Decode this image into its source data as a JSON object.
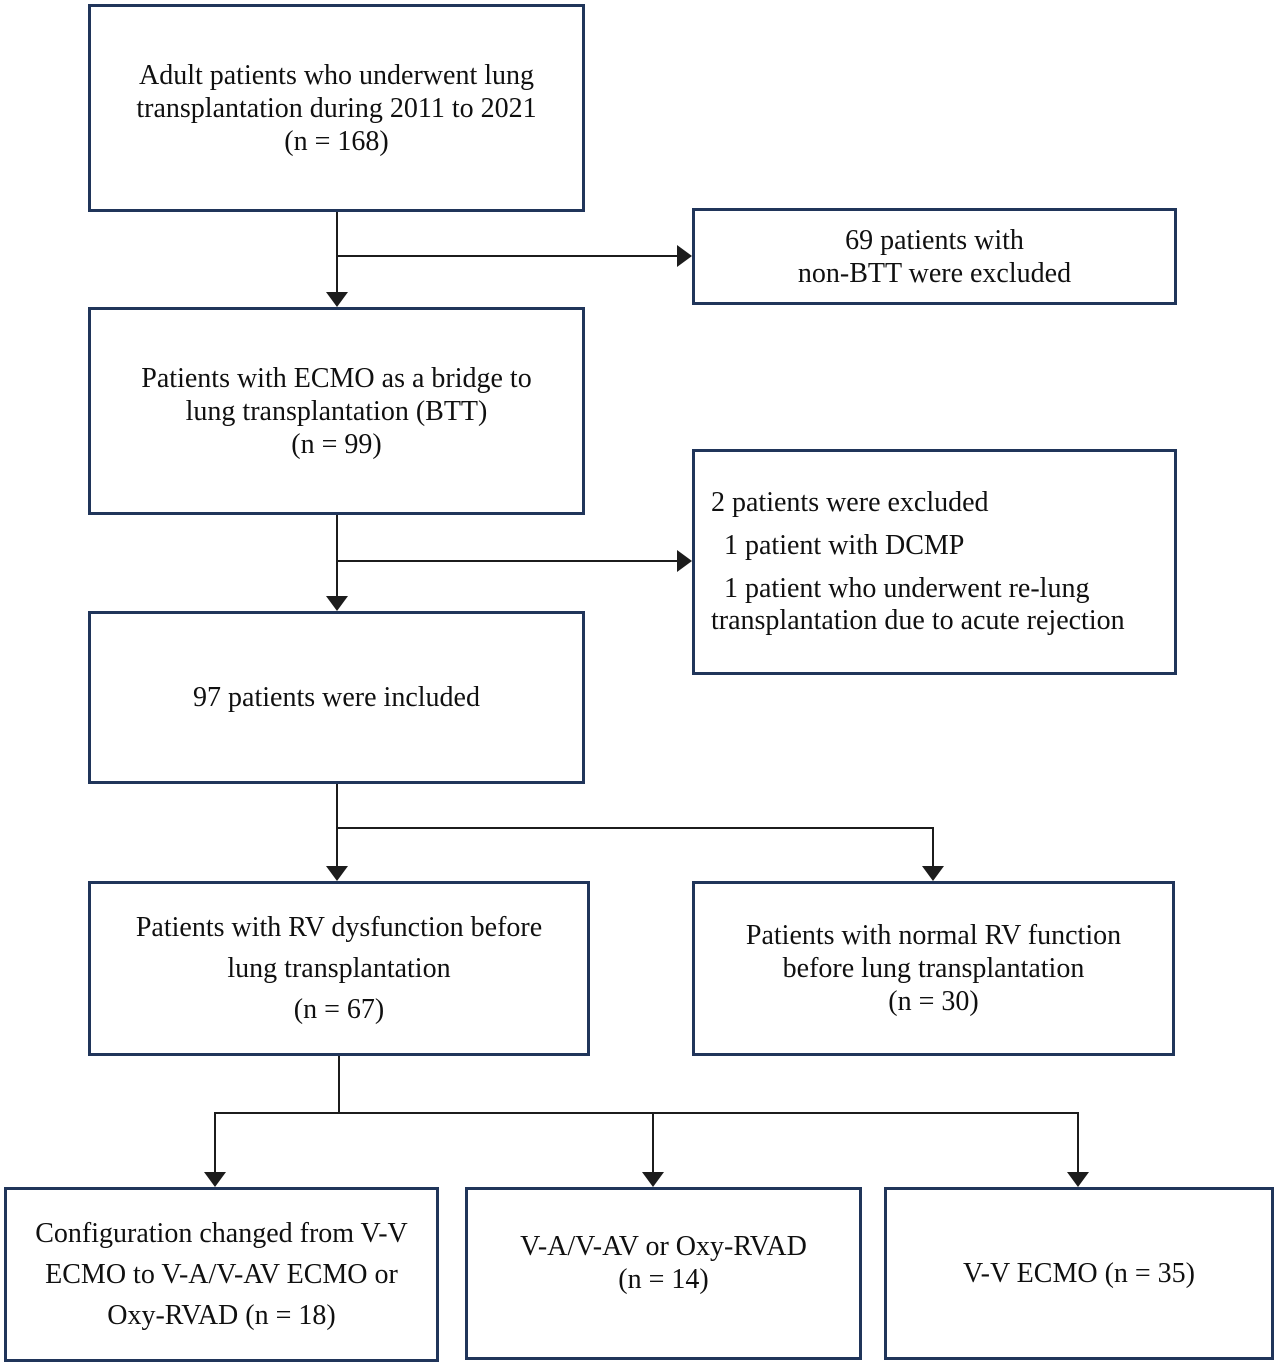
{
  "theme": {
    "border": "#20355a",
    "line": "#1c1c1c",
    "text": "#101010",
    "bg": "#ffffff"
  },
  "diagram": {
    "type": "flowchart",
    "boxes": [
      {
        "name": "adult-patients",
        "lines": [
          "Adult patients who underwent lung",
          "transplantation during 2011 to 2021",
          "(n = 168)"
        ]
      },
      {
        "name": "excluded-non-btt",
        "lines": [
          "69 patients with",
          "non-BTT were excluded"
        ]
      },
      {
        "name": "ecmo-btt",
        "lines": [
          "Patients with ECMO as a bridge to",
          "lung transplantation (BTT)",
          "(n = 99)"
        ]
      },
      {
        "name": "excluded-two-patients",
        "lines": [
          "2 patients were excluded",
          "1 patient with DCMP",
          "1 patient who underwent re-lung",
          "transplantation due to acute rejection"
        ]
      },
      {
        "name": "included-97",
        "lines": [
          "97 patients were included"
        ]
      },
      {
        "name": "rv-dysfunction",
        "lines": [
          "Patients with RV dysfunction before",
          "lung transplantation",
          "(n = 67)"
        ]
      },
      {
        "name": "normal-rv-function",
        "lines": [
          "Patients with normal RV function",
          "before lung transplantation",
          "(n = 30)"
        ]
      },
      {
        "name": "configuration-changed",
        "lines": [
          "Configuration changed from V-V",
          "ECMO to V-A/V-AV ECMO or",
          "Oxy-RVAD (n = 18)"
        ]
      },
      {
        "name": "va-vav-or-oxy-rvad",
        "lines": [
          "V-A/V-AV or Oxy-RVAD",
          "(n = 14)"
        ]
      },
      {
        "name": "vv-ecmo",
        "lines": [
          "V-V ECMO (n = 35)"
        ]
      }
    ]
  }
}
